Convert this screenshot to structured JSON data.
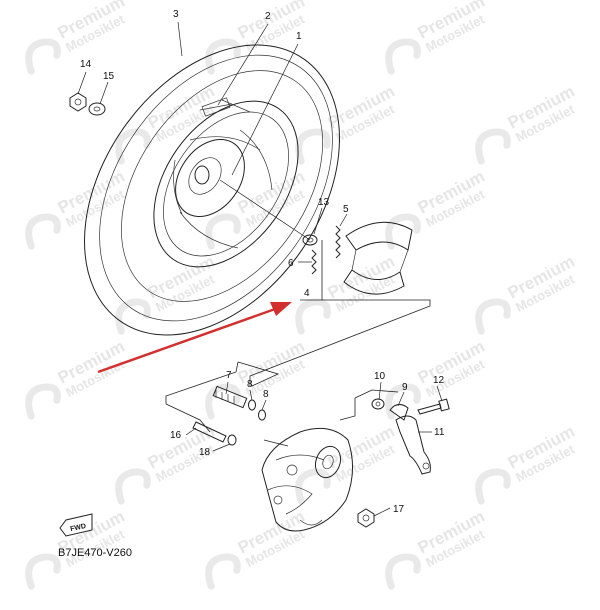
{
  "diagram": {
    "drawing_code": "B7JE470-V260",
    "direction_badge": "FWD",
    "watermark": {
      "brand": "Premium",
      "sub": "Motosiklet"
    },
    "arrow_color": "#d32f2f",
    "callouts": [
      "3",
      "2",
      "1",
      "14",
      "15",
      "13",
      "5",
      "6",
      "4",
      "7",
      "8",
      "8",
      "10",
      "9",
      "12",
      "16",
      "18",
      "11",
      "17"
    ]
  }
}
